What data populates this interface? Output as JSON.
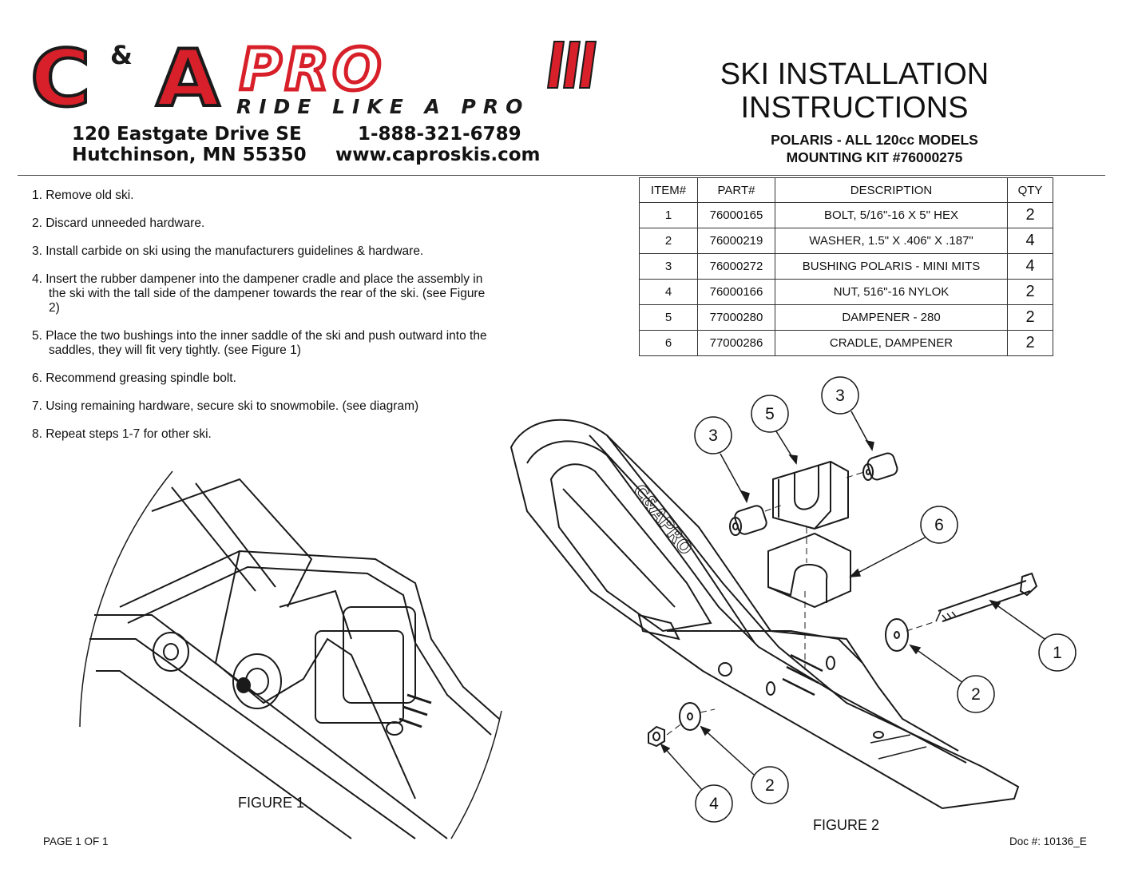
{
  "header": {
    "logo": {
      "brand_left": "C",
      "brand_amp": "&",
      "brand_right": "A",
      "brand_pro": "PRO",
      "tagline": "RIDE LIKE A PRO",
      "colors": {
        "red": "#d7202a",
        "dark": "#1a1a1a"
      }
    },
    "address_line1": "120 Eastgate Drive SE",
    "address_line2": "Hutchinson, MN  55350",
    "phone": "1-888-321-6789",
    "website": "www.caproskis.com",
    "title_line1": "SKI INSTALLATION",
    "title_line2": "INSTRUCTIONS",
    "subtitle_line1": "POLARIS - ALL 120cc MODELS",
    "subtitle_line2": "MOUNTING KIT #76000275"
  },
  "steps": [
    "1.  Remove old ski.",
    "2.  Discard unneeded hardware.",
    "3.  Install carbide on ski using the manufacturers guidelines & hardware.",
    "4.  Insert the rubber dampener into the dampener cradle and place the assembly in the ski with the tall side of the dampener towards the rear of the ski.  (see Figure 2)",
    "5.  Place the two bushings into the inner saddle of the ski and push outward into the saddles, they will fit very tightly. (see Figure 1)",
    "6.  Recommend greasing spindle bolt.",
    "7.  Using remaining hardware, secure ski to snowmobile. (see diagram)",
    "8.  Repeat steps 1-7 for other ski."
  ],
  "parts_table": {
    "headers": [
      "ITEM#",
      "PART#",
      "DESCRIPTION",
      "QTY"
    ],
    "rows": [
      [
        "1",
        "76000165",
        "BOLT, 5/16\"-16 X 5\" HEX",
        "2"
      ],
      [
        "2",
        "76000219",
        "WASHER, 1.5\" X .406\" X .187\"",
        "4"
      ],
      [
        "3",
        "76000272",
        "BUSHING POLARIS - MINI MITS",
        "4"
      ],
      [
        "4",
        "76000166",
        "NUT, 516\"-16 NYLOK",
        "2"
      ],
      [
        "5",
        "77000280",
        "DAMPENER - 280",
        "2"
      ],
      [
        "6",
        "77000286",
        "CRADLE, DAMPENER",
        "2"
      ]
    ]
  },
  "figure1_caption": "FIGURE 1",
  "figure2_caption": "FIGURE 2",
  "callouts": [
    "3",
    "5",
    "3",
    "6",
    "1",
    "2",
    "2",
    "4"
  ],
  "footer": {
    "page": "PAGE 1 OF 1",
    "doc": "Doc #:  10136_E"
  }
}
